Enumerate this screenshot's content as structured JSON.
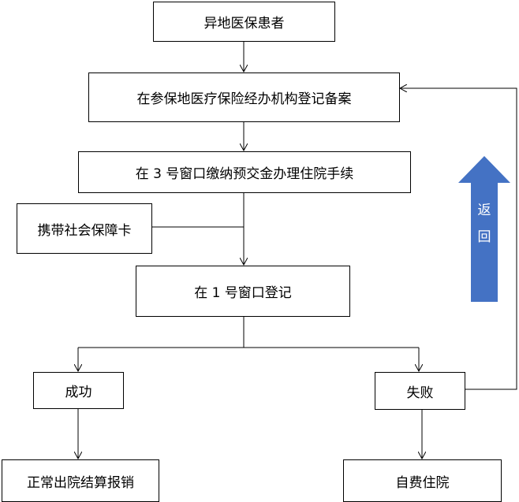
{
  "nodes": {
    "start": "异地医保患者",
    "register_insured": "在参保地医疗保险经办机构登记备案",
    "window3": "在 3 号窗口缴纳预交金办理住院手续",
    "card": "携带社会保障卡",
    "window1": "在 1 号窗口登记",
    "success": "成功",
    "failure": "失败",
    "normal_discharge": "正常出院结算报销",
    "self_pay": "自费住院"
  },
  "return_arrow": {
    "chars": [
      "返",
      "回"
    ],
    "color": "#4472C4"
  }
}
